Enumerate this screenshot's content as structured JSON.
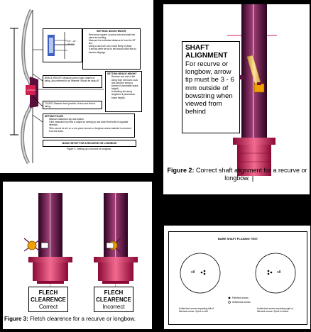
{
  "fig1": {
    "neck": {
      "title": "SETTING NOCK HEIGHT",
      "items": [
        "Rest arrow square on arrow rest and slide into place and setting.",
        "Measure the individual distance to from the 90° line.",
        "Using a nock set, set a nock firmly in place.",
        "If arrows were set as to set should show this by desired slippage."
      ],
      "dim1": "1/8\" - 1/4\"",
      "dim2": "3-6 mm"
    },
    "brace_left": "BRACE HEIGHT: Measure point of grip nearest to string. Also referred to as \"fistmele\" should be about 8\".",
    "brace_right": {
      "title": "SETTING BRACE HEIGHT",
      "items": [
        "Remove one end of the string from the bow's nock and twist the string to shorten it (increases brace height).",
        "Untwisting the string lengthens it (decreases brace height)."
      ]
    },
    "tiller": "TILLER: Distance from junction of riser and limb to string.",
    "setting_tiller": {
      "title": "SETTING TILLER",
      "items": [
        "Measure distances top and bottom.",
        "If the measured top limb is adjust by turning up and lower limb bolts in opposite direction.",
        "Tiller cannot be set on a one-piece recurve or longbow unless material is removed from the limbs."
      ]
    },
    "basic": "BASIC SETUP FOR A RECURVE OR LONGBOW",
    "caption": "Figure 1: Setting up a recurve or longbow"
  },
  "fig2": {
    "box_title": "SHAFT ALIGNMENT",
    "box_text": "For recurve or longbow, arrow tip must be 3 - 6 mm outside of bowstring when viewed from behind",
    "caption_label": "Figure 2:",
    "caption_text": " Correct shaft alignment for a recurve or longbow."
  },
  "fig3": {
    "label_left": [
      "FLECH",
      "CLEARENCE",
      "Correct"
    ],
    "label_right": [
      "FLECH",
      "CLEARENCE",
      "Incorrect"
    ],
    "caption_label": "Figure 3:",
    "caption_text": " Fletch clearence for a recurve or longbow."
  },
  "fig4": {
    "title": "BARE SHAFT PLANING TEST",
    "left_mark": "o8",
    "right_mark": "o8",
    "legend_fletched": "Fletched arrows",
    "legend_unfletched": "Unfletched arrows",
    "note_left": "Unfletched arrows impacting left of fletched arrows. Spine is stiff.",
    "note_right": "Unfletched arrows impacting right of fletched arrows. Spine is limber."
  },
  "colors": {
    "purple": "#5a0f3c",
    "red": "#d02050",
    "dark_red": "#b01040",
    "yellow": "#f3c86a",
    "orange": "#f0a000",
    "blue": "#3b5fbf"
  }
}
